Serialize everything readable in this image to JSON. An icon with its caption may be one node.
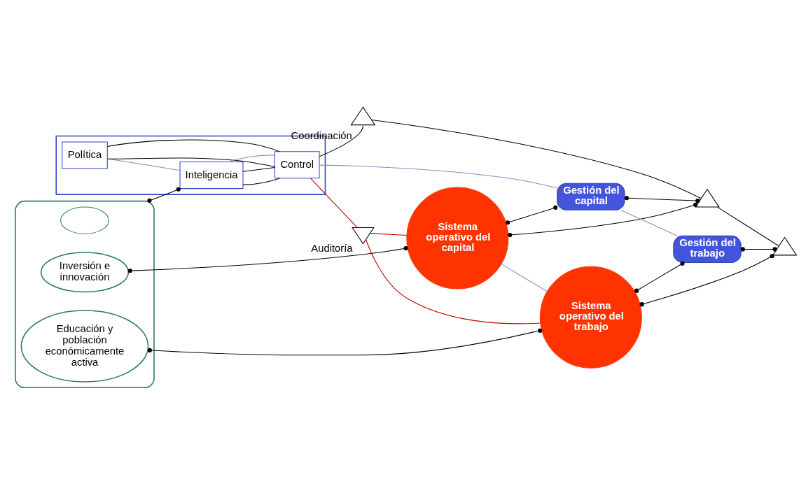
{
  "diagram": {
    "nodes": [
      {
        "text": [],
        "shape": "cloud"
      },
      {
        "text": [],
        "shape": "cloud",
        "in": 0
      },
      {
        "text": [
          "Inversión e innovación"
        ],
        "in": 0
      },
      {
        "text": [
          "Educación y población económicamente activa"
        ],
        "in": 0
      },
      {
        "text": [],
        "shape": "box"
      },
      {
        "text": [
          "Política"
        ],
        "in": 4
      },
      {
        "text": [
          "Inteligencia"
        ],
        "in": 4
      },
      {
        "text": [
          "Control"
        ],
        "in": 4
      },
      {
        "text": [
          "Auditoría"
        ]
      },
      {
        "text": [
          "Coordinación"
        ]
      },
      {
        "text": [
          "Sistema operativo del capital"
        ]
      },
      {
        "text": [
          "Gestión del capital"
        ]
      },
      {
        "text": [],
        "shape": "triangle"
      },
      {
        "text": [
          "Sistema operativo del trabajo"
        ]
      },
      {
        "text": [
          "Gestión del trabajo"
        ]
      },
      {
        "text": [],
        "shape": "triangle"
      }
    ],
    "edges": [
      {
        "from": 0,
        "to": 6,
        "arrow": "other"
      },
      {
        "from": 2,
        "to": 10,
        "arrow": "other"
      },
      {
        "from": 3,
        "to": 13,
        "arrow": "other"
      },
      {
        "from": 5,
        "to": 7,
        "arrow": "none"
      },
      {
        "from": 6,
        "to": 7,
        "arrow": "none"
      },
      {
        "from": 5,
        "to": 7,
        "arrow": "none"
      },
      {
        "from": 6,
        "to": 7,
        "arrow": "none"
      },
      {
        "from": 5,
        "to": 6,
        "arrow": "none",
        "color": "#8090c0"
      },
      {
        "from": 6,
        "to": 7,
        "arrow": "none",
        "color": "#8090c0"
      },
      {
        "from": 7,
        "to": 8,
        "arrow": "none",
        "color": "#c00000"
      },
      {
        "from": 8,
        "to": 10,
        "arrow": "none",
        "color": "#c00000"
      },
      {
        "from": 8,
        "to": 13,
        "arrow": "none",
        "color": "#c00000"
      },
      {
        "from": 7,
        "to": 9,
        "arrow": "none"
      },
      {
        "from": 9,
        "to": 12,
        "arrow": "none"
      },
      {
        "from": 12,
        "to": 15,
        "arrow": "none"
      },
      {
        "from": 7,
        "to": 11,
        "arrow": "none",
        "color": "#8090c0"
      },
      {
        "from": 11,
        "to": 14,
        "arrow": "none",
        "color": "#8090c0"
      },
      {
        "from": 10,
        "to": 11,
        "arrow": "other"
      },
      {
        "from": 11,
        "to": 12,
        "arrow": "other"
      },
      {
        "from": 10,
        "to": 12,
        "arrow": "other"
      },
      {
        "from": 10,
        "to": 13,
        "arrow": "none",
        "color": "#8090c0"
      },
      {
        "from": 13,
        "to": 14,
        "arrow": "other"
      },
      {
        "from": 14,
        "to": 15,
        "arrow": "other"
      },
      {
        "from": 13,
        "to": 15,
        "arrow": "other"
      }
    ]
  }
}
